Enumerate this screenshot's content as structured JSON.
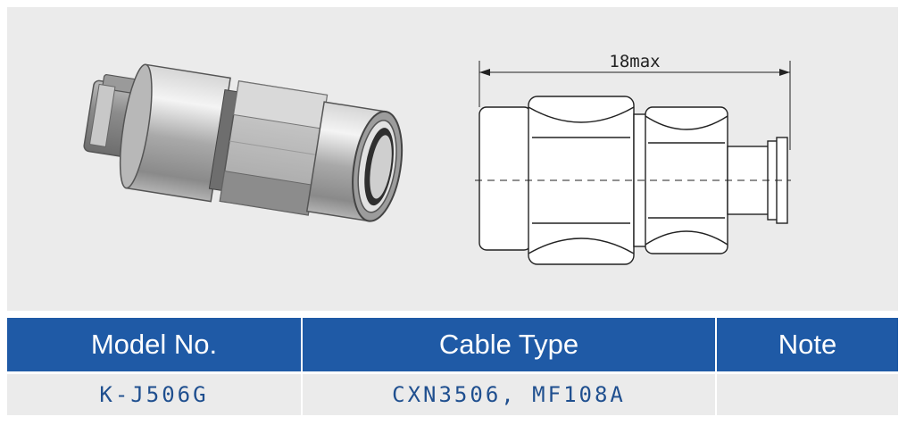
{
  "drawing": {
    "dimension_label": "18max"
  },
  "table": {
    "headers": [
      "Model No.",
      "Cable Type",
      "Note"
    ],
    "rows": [
      [
        "K-J506G",
        "CXN3506, MF108A",
        ""
      ]
    ]
  },
  "colors": {
    "header_bg": "#1f5aa6",
    "header_text": "#ffffff",
    "cell_text": "#1f4f8f",
    "panel_bg": "#ebebeb"
  }
}
